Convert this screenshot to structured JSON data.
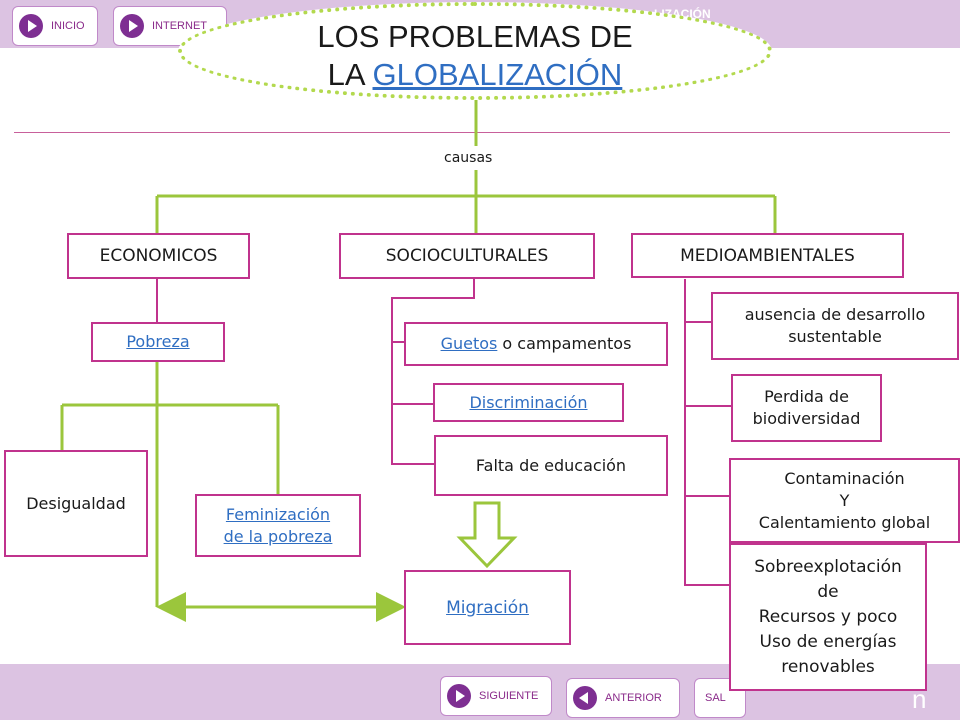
{
  "header": {
    "banner_text": "LIZACIÓN"
  },
  "nav": {
    "inicio": "INICIO",
    "internet": "INTERNET",
    "siguiente": "SIGUIENTE",
    "anterior": "ANTERIOR",
    "salir": "SAL"
  },
  "title": {
    "line1": "LOS PROBLEMAS DE",
    "line2_prefix": "LA",
    "line2_link": "GLOBALIZACIÓN"
  },
  "diagram": {
    "connector_label": "causas",
    "categories": {
      "economicos": "ECONOMICOS",
      "socioculturales": "SOCIOCULTURALES",
      "medioambientales": "MEDIOAMBIENTALES"
    },
    "economicos": {
      "pobreza": "Pobreza",
      "desigualdad": "Desigualdad",
      "feminizacion_l1": "Feminización ",
      "feminizacion_l2": "de la pobreza"
    },
    "socioculturales": {
      "guetos_link": "Guetos",
      "guetos_rest": " o campamentos",
      "discriminacion": "Discriminación",
      "falta_educacion": "Falta de educación"
    },
    "migracion": "Migración",
    "medioambientales": {
      "item1_l1": "ausencia de desarrollo",
      "item1_l2": "sustentable",
      "item2_l1": "Perdida de",
      "item2_l2": "biodiversidad",
      "item3_l1": "Contaminación",
      "item3_l2": "Y",
      "item3_l3": "Calentamiento global",
      "item4_l1": "Sobreexplotación",
      "item4_l2": "de",
      "item4_l3": "Recursos y poco",
      "item4_l4": "Uso de energías",
      "item4_l5": "renovables"
    }
  },
  "colors": {
    "accent": "#c0338d",
    "connector": "#9bc63c",
    "link": "#2f6ec2",
    "bar": "#dcc3e2",
    "icon": "#7e2f92"
  }
}
